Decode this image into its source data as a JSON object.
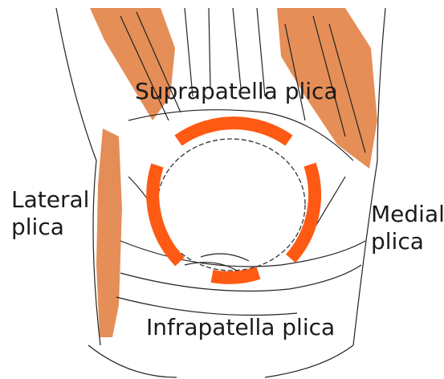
{
  "labels": {
    "suprapatella": "Suprapatella plica",
    "infrapatella": "Infrapatella plica",
    "lateral_line1": "Lateral",
    "lateral_line2": "plica",
    "medial_line1": "Medial",
    "medial_line2": "plica"
  },
  "colors": {
    "plica_ring": "#ff5a14",
    "muscle": "#e07a3a",
    "line_art": "#222222",
    "background": "#ffffff"
  }
}
